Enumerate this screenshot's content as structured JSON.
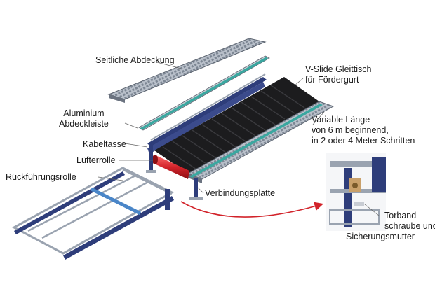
{
  "labels": {
    "seitliche_abdeckung": "Seitliche Abdeckung",
    "vslide": [
      "V-Slide Gleittisch",
      "für Fördergurt"
    ],
    "aluminium": [
      "Aluminium",
      "Abdeckleiste"
    ],
    "kabeltasse": "Kabeltasse",
    "variable_laenge": [
      "Variable Länge",
      "von 6 m beginnend,",
      "in 2 oder 4 Meter Schritten"
    ],
    "luefterrolle": "Lüfterrolle",
    "rueckfuehrungsrolle": "Rückführungsrolle",
    "verbindungsplatte": "Verbindungsplatte",
    "torband": [
      "Torband-",
      "schraube und",
      "Sicherungsmutter"
    ]
  },
  "colors": {
    "frame_blue": "#2e3d7a",
    "steel": "#9aa3b0",
    "belt_black": "#1c1c1e",
    "roller_red": "#d2232a",
    "arrow_red": "#d2232a",
    "leader": "#666666"
  }
}
